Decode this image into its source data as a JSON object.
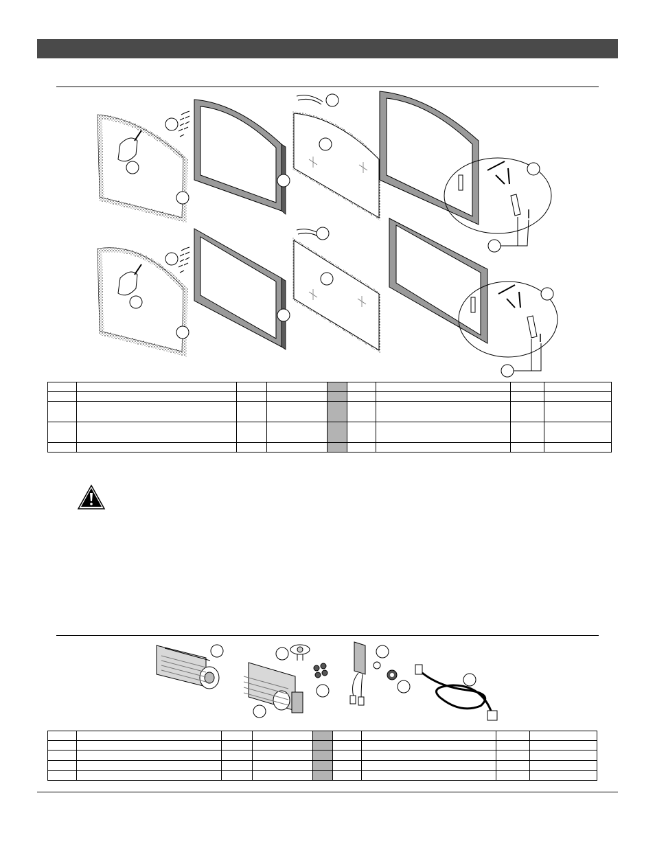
{
  "page": {
    "header_bar_color": "#4a4a4a",
    "separator_column_color": "#b3b3b3"
  },
  "diagram_top": {
    "rows": [
      {
        "variant": "arched"
      },
      {
        "variant": "rectangular"
      }
    ]
  },
  "table_top": {
    "columns": 9,
    "rows": [
      [
        "",
        "",
        "",
        "",
        "",
        "",
        "",
        "",
        ""
      ],
      [
        "",
        "",
        "",
        "",
        "",
        "",
        "",
        "",
        ""
      ],
      [
        "",
        "",
        "",
        "",
        "",
        "",
        "",
        "",
        ""
      ],
      [
        "",
        "",
        "",
        "",
        "",
        "",
        "",
        "",
        ""
      ],
      [
        "",
        "",
        "",
        "",
        "",
        "",
        "",
        "",
        ""
      ]
    ]
  },
  "warning": {
    "icon": "warning-triangle-icon"
  },
  "table_bottom": {
    "columns": 9,
    "rows": [
      [
        "",
        "",
        "",
        "",
        "",
        "",
        "",
        "",
        ""
      ],
      [
        "",
        "",
        "",
        "",
        "",
        "",
        "",
        "",
        ""
      ],
      [
        "",
        "",
        "",
        "",
        "",
        "",
        "",
        "",
        ""
      ],
      [
        "",
        "",
        "",
        "",
        "",
        "",
        "",
        "",
        ""
      ],
      [
        "",
        "",
        "",
        "",
        "",
        "",
        "",
        "",
        ""
      ]
    ]
  }
}
